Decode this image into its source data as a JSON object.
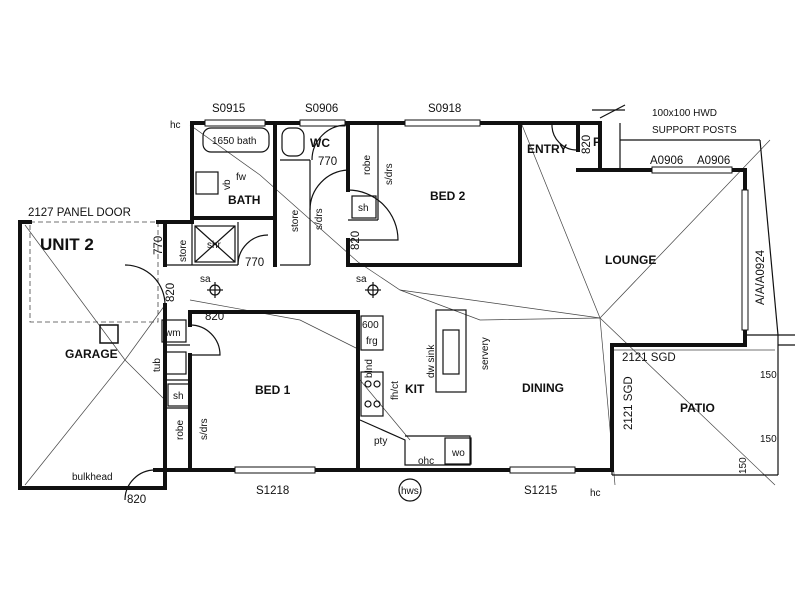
{
  "unit_title": "UNIT 2",
  "rooms": {
    "bath": "BATH",
    "wc": "WC",
    "entry": "ENTRY",
    "bed2": "BED 2",
    "lounge": "LOUNGE",
    "garage": "GARAGE",
    "bed1": "BED 1",
    "kit": "KIT",
    "dining": "DINING",
    "patio": "PATIO"
  },
  "windows": {
    "s0915": "S0915",
    "s0906": "S0906",
    "s0918": "S0918",
    "s1218": "S1218",
    "s1215": "S1215",
    "a0906a": "A0906",
    "a0906b": "A0906",
    "a0924": "A/A/A0924"
  },
  "doors": {
    "panel_door": "2127 PANEL DOOR",
    "sgd_top": "2121 SGD",
    "sgd_side": "2121 SGD",
    "d770_wc": "770",
    "d770_store": "770",
    "d770_bath": "770",
    "d820_bed2": "820",
    "d820_entry": "820",
    "d820_hall": "820",
    "d820_bed1": "820",
    "d820_garage": "820"
  },
  "patio_dims": {
    "p150a": "150",
    "p150b": "150",
    "p150c": "150"
  },
  "labels": {
    "support_line1": "100x100 HWD",
    "support_line2": "SUPPORT POSTS",
    "bath_fixture": "1650 bath",
    "p": "P",
    "hc_top": "hc",
    "hc_bottom": "hc",
    "fw": "fw",
    "vb": "vb",
    "robe_bed2": "robe",
    "sdrs_bed2": "s/drs",
    "sh_bed2": "sh",
    "store_hall": "store",
    "sdrs_hall": "s/drs",
    "store_garage": "store",
    "shr": "shr",
    "sa_left": "sa",
    "sa_right": "sa",
    "wm": "wm",
    "tub": "tub",
    "sh_bed1": "sh",
    "robe_bed1": "robe",
    "sdrs_bed1": "s/drs",
    "bulkhead": "bulkhead",
    "hws": "hws",
    "fr600": "600",
    "frg": "frg",
    "blnd": "blnd",
    "fhct": "fh/ct",
    "dw_sink": "dw sink",
    "servery": "servery",
    "pty": "pty",
    "ohc": "ohc",
    "wo": "wo"
  }
}
